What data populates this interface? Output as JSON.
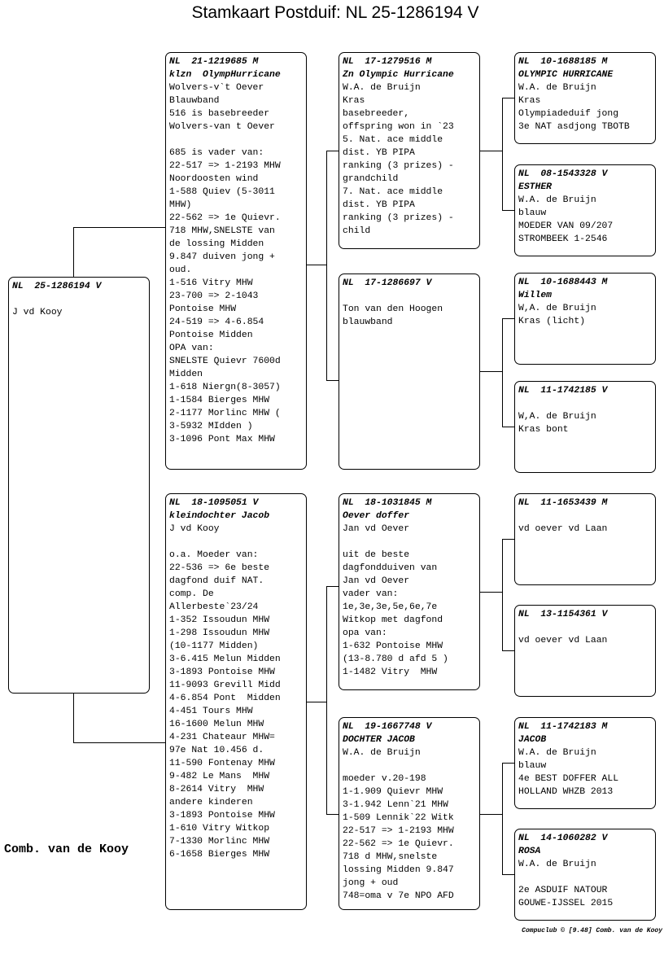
{
  "title": "Stamkaart Postduif: NL  25-1286194 V",
  "owner": "Comb. van de Kooy",
  "footer": "Compuclub © [9.48]  Comb. van de Kooy",
  "pigeons": {
    "subject": {
      "lines": [
        "NL  25-1286194 V",
        "",
        "J vd Kooy"
      ]
    },
    "father": {
      "lines": [
        "NL  21-1219685 M",
        "klzn  OlympHurricane",
        "Wolvers-v`t Oever",
        "Blauwband",
        "516 is basebreeder",
        "Wolvers-van t Oever",
        "",
        "685 is vader van:",
        "22-517 => 1-2193 MHW",
        "Noordoosten wind",
        "1-588 Quiev (5-3011",
        "MHW)",
        "22-562 => 1e Quievr.",
        "718 MHW,SNELSTE van",
        "de lossing Midden",
        "9.847 duiven jong +",
        "oud.",
        "1-516 Vitry MHW",
        "23-700 => 2-1043",
        "Pontoise MHW",
        "24-519 => 4-6.854",
        "Pontoise Midden",
        "OPA van:",
        "SNELSTE Quievr 7600d",
        "Midden",
        "1-618 Niergn(8-3057)",
        "1-1584 Bierges MHW",
        "2-1177 Morlinc MHW (",
        "3-5932 MIdden )",
        "3-1096 Pont Max MHW"
      ]
    },
    "mother": {
      "lines": [
        "NL  18-1095051 V",
        "kleindochter Jacob",
        "J vd Kooy",
        "",
        "o.a. Moeder van:",
        "22-536 => 6e beste",
        "dagfond duif NAT.",
        "comp. De",
        "Allerbeste`23/24",
        "1-352 Issoudun MHW",
        "1-298 Issoudun MHW",
        "(10-1177 Midden)",
        "3-6.415 Melun Midden",
        "3-1893 Pontoise MHW",
        "11-9093 Grevill Midd",
        "4-6.854 Pont  Midden",
        "4-451 Tours MHW",
        "16-1600 Melun MHW",
        "4-231 Chateaur MHW=",
        "97e Nat 10.456 d.",
        "11-590 Fontenay MHW",
        "9-482 Le Mans  MHW",
        "8-2614 Vitry  MHW",
        "andere kinderen",
        "3-1893 Pontoise MHW",
        "1-610 Vitry Witkop",
        "7-1330 Morlinc MHW",
        "6-1658 Bierges MHW"
      ]
    },
    "ff": {
      "lines": [
        "NL  17-1279516 M",
        "Zn Olympic Hurricane",
        "W.A. de Bruijn",
        "Kras",
        "basebreeder,",
        "offspring won in `23",
        "5. Nat. ace middle",
        "dist. YB PIPA",
        "ranking (3 prizes) -",
        "grandchild",
        "7. Nat. ace middle",
        "dist. YB PIPA",
        "ranking (3 prizes) -",
        "child"
      ]
    },
    "fm": {
      "lines": [
        "NL  17-1286697 V",
        "",
        "Ton van den Hoogen",
        "blauwband"
      ]
    },
    "mf": {
      "lines": [
        "NL  18-1031845 M",
        "Oever doffer",
        "Jan vd Oever",
        "",
        "uit de beste",
        "dagfondduiven van",
        "Jan vd Oever",
        "vader van:",
        "1e,3e,3e,5e,6e,7e",
        "Witkop met dagfond",
        "opa van:",
        "1-632 Pontoise MHW",
        "(13-8.780 d afd 5 )",
        "1-1482 Vitry  MHW"
      ]
    },
    "mm": {
      "lines": [
        "NL  19-1667748 V",
        "DOCHTER JACOB",
        "W.A. de Bruijn",
        "",
        "moeder v.20-198",
        "1-1.909 Quievr MHW",
        "3-1.942 Lenn`21 MHW",
        "1-509 Lennik`22 Witk",
        "22-517 => 1-2193 MHW",
        "22-562 => 1e Quievr.",
        "718 d MHW,snelste",
        "lossing Midden 9.847",
        "jong + oud",
        "748=oma v 7e NPO AFD"
      ]
    },
    "fff": {
      "lines": [
        "NL  10-1688185 M",
        "OLYMPIC HURRICANE",
        "W.A. de Bruijn",
        "Kras",
        "Olympiadeduif jong",
        "3e NAT asdjong TBOTB"
      ]
    },
    "ffm": {
      "lines": [
        "NL  08-1543328 V",
        "ESTHER",
        "W.A. de Bruijn",
        "blauw",
        "MOEDER VAN 09/207",
        "STROMBEEK 1-2546"
      ]
    },
    "fmf": {
      "lines": [
        "NL  10-1688443 M",
        "Willem",
        "W,A. de Bruijn",
        "Kras (licht)"
      ]
    },
    "fmm": {
      "lines": [
        "NL  11-1742185 V",
        "",
        "W,A. de Bruijn",
        "Kras bont"
      ]
    },
    "mff": {
      "lines": [
        "NL  11-1653439 M",
        "",
        "vd oever vd Laan"
      ]
    },
    "mfm": {
      "lines": [
        "NL  13-1154361 V",
        "",
        "vd oever vd Laan"
      ]
    },
    "mmf": {
      "lines": [
        "NL  11-1742183 M",
        "JACOB",
        "W.A. de Bruijn",
        "blauw",
        "4e BEST DOFFER ALL",
        "HOLLAND WHZB 2013"
      ]
    },
    "mmm": {
      "lines": [
        "NL  14-1060282 V",
        "ROSA",
        "W.A. de Bruijn",
        "",
        "2e ASDUIF NATOUR",
        "GOUWE-IJSSEL 2015"
      ]
    }
  }
}
